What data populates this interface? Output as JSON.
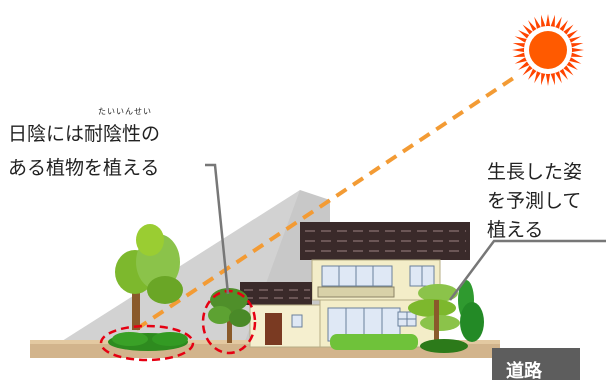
{
  "labels": {
    "shade_ruby": "たいいんせい",
    "shade_line1": "日陰には耐陰性の",
    "shade_line2": "ある植物を植える",
    "growth_line1": "生長した姿",
    "growth_line2": "を予測して",
    "growth_line3": "植える",
    "road": "道路"
  },
  "colors": {
    "sun_rays": "#ff4400",
    "sun_core": "#ff5a00",
    "sunlight_line": "#f39b34",
    "shadow": "#d0d0d0",
    "ground": "#d2b48c",
    "road": "#5d5d5d",
    "highlight_circle": "#e60012",
    "leader_line": "#777777"
  }
}
